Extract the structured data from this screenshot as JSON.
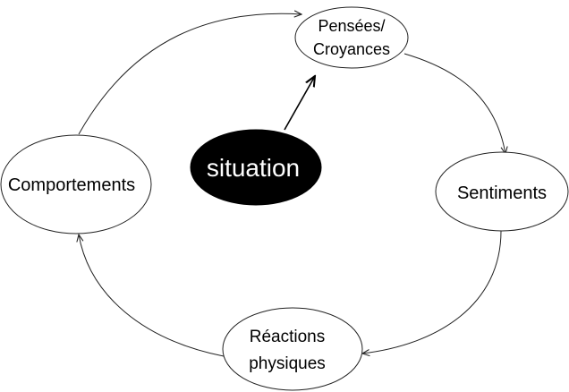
{
  "diagram": {
    "nodes": {
      "pensees": {
        "lines": [
          "Pensées/",
          "Croyances"
        ]
      },
      "sentiments": {
        "lines": [
          "Sentiments"
        ]
      },
      "reactions": {
        "lines": [
          "Réactions",
          "physiques"
        ]
      },
      "comportements": {
        "lines": [
          "Comportements"
        ]
      },
      "situation": {
        "lines": [
          "situation"
        ]
      }
    },
    "edges": [
      {
        "from": "comportements",
        "to": "pensees"
      },
      {
        "from": "pensees",
        "to": "sentiments"
      },
      {
        "from": "sentiments",
        "to": "reactions"
      },
      {
        "from": "reactions",
        "to": "comportements"
      },
      {
        "from": "situation",
        "to": "pensees"
      }
    ],
    "colors": {
      "situation_fill": "#000000",
      "situation_text": "#ffffff",
      "outline": "#222222"
    }
  }
}
